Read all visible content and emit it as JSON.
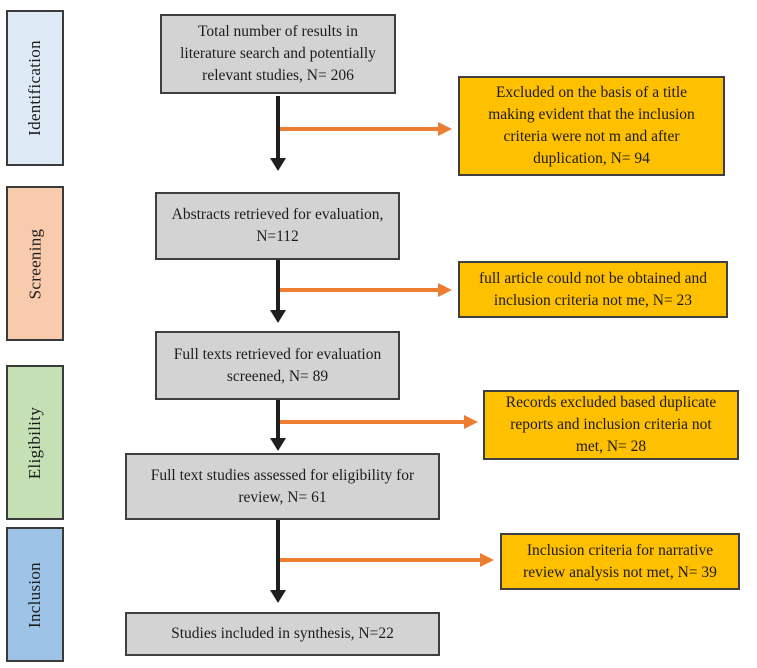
{
  "diagram": {
    "type": "prisma-flowchart",
    "stages": [
      {
        "label": "Identification",
        "fill": "#DEEBF7"
      },
      {
        "label": "Screening",
        "fill": "#F8CBAD"
      },
      {
        "label": "Eligibility",
        "fill": "#C5E0B4"
      },
      {
        "label": "Inclusion",
        "fill": "#9DC3E6"
      }
    ],
    "main_flow": [
      {
        "text": "Total number of results in literature search and potentially relevant studies, N= 206",
        "n": 206
      },
      {
        "text": "Abstracts retrieved for evaluation, N=112",
        "n": 112
      },
      {
        "text": "Full texts retrieved for evaluation screened, N= 89",
        "n": 89
      },
      {
        "text": "Full text studies assessed for eligibility for review, N= 61",
        "n": 61
      },
      {
        "text": "Studies included in synthesis, N=22",
        "n": 22
      }
    ],
    "exclusions": [
      {
        "text": "Excluded on the basis of a title making evident that the inclusion criteria were not m and after duplication, N= 94",
        "n": 94
      },
      {
        "text": "full article could not be obtained and inclusion criteria not me, N= 23",
        "n": 23
      },
      {
        "text": "Records excluded based duplicate reports and inclusion criteria not met, N= 28",
        "n": 28
      },
      {
        "text": "Inclusion criteria for narrative review analysis not met, N= 39",
        "n": 39
      }
    ],
    "colors": {
      "main_box_fill": "#D3D3D3",
      "exclusion_box_fill": "#FFC000",
      "box_border": "#3F3F3F",
      "down_arrow": "#1F1F1F",
      "exclusion_arrow": "#ED7D31"
    }
  }
}
